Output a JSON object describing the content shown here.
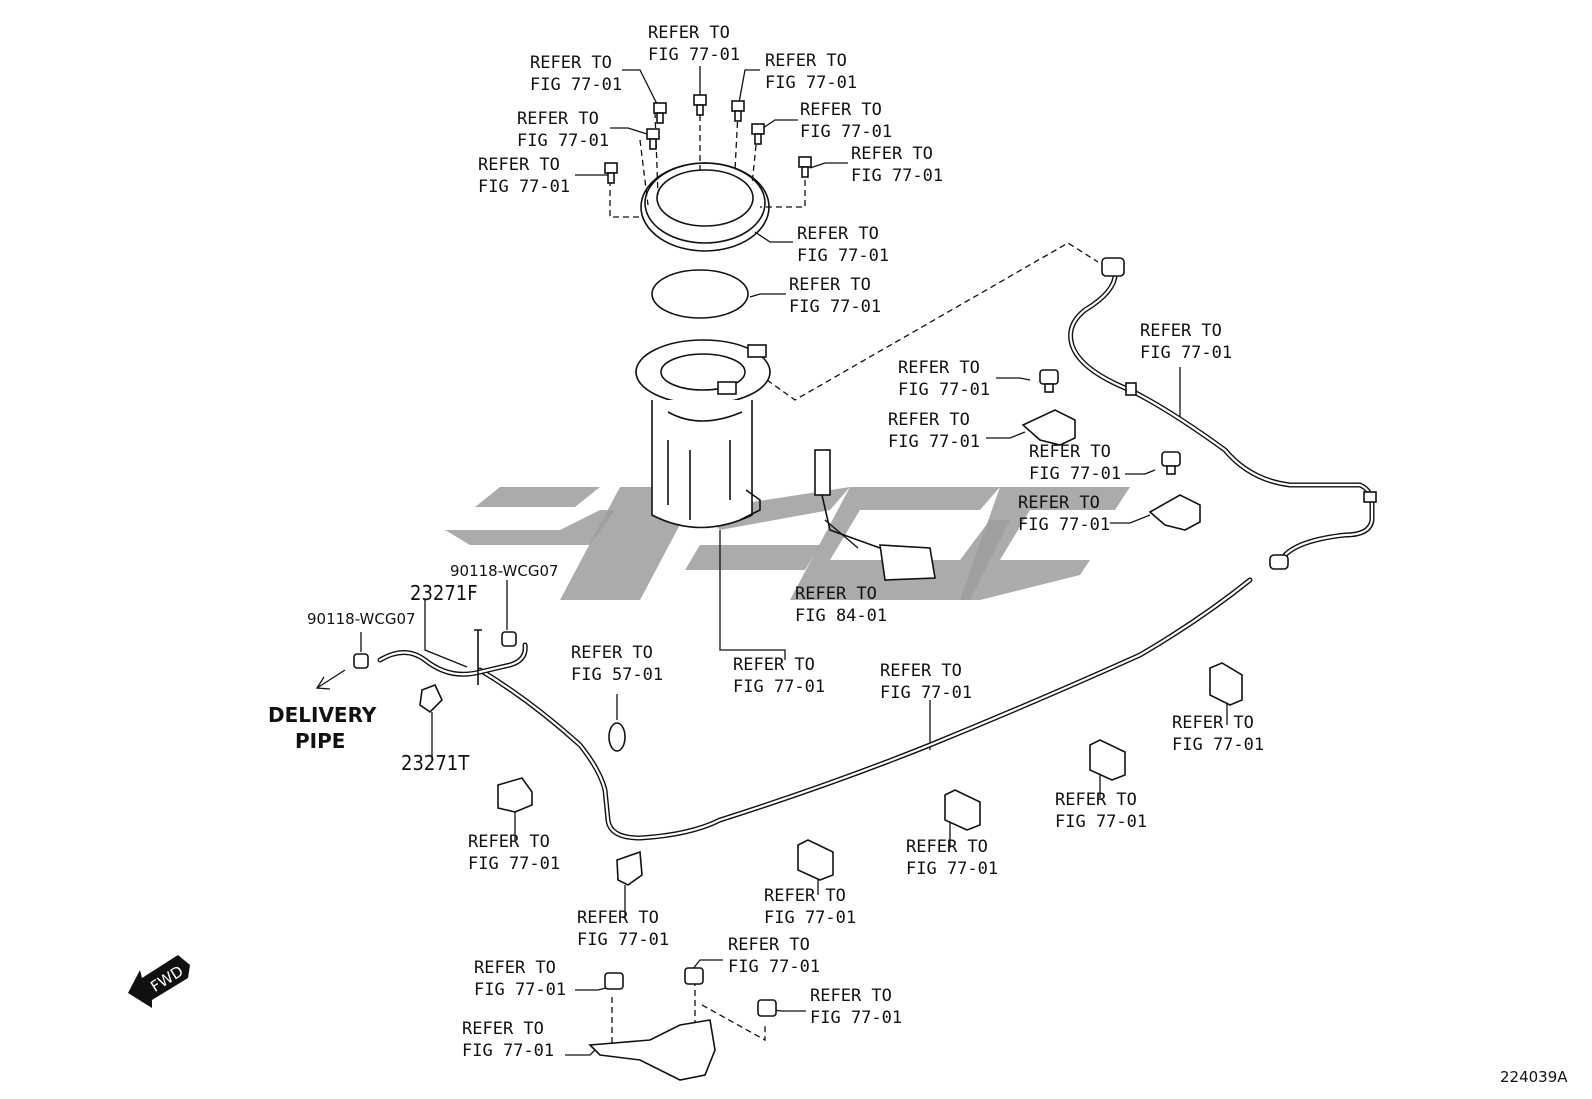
{
  "watermark": {
    "color": "#9c9c9c"
  },
  "callouts": [
    {
      "id": "c1",
      "l1": "REFER TO",
      "l2": "FIG 77-01"
    },
    {
      "id": "c2",
      "l1": "REFER TO",
      "l2": "FIG 77-01"
    },
    {
      "id": "c3",
      "l1": "REFER TO",
      "l2": "FIG 77-01"
    },
    {
      "id": "c4",
      "l1": "REFER TO",
      "l2": "FIG 77-01"
    },
    {
      "id": "c5",
      "l1": "REFER TO",
      "l2": "FIG 77-01"
    },
    {
      "id": "c6",
      "l1": "REFER TO",
      "l2": "FIG 77-01"
    },
    {
      "id": "c7",
      "l1": "REFER TO",
      "l2": "FIG 77-01"
    },
    {
      "id": "c8",
      "l1": "REFER TO",
      "l2": "FIG 77-01"
    },
    {
      "id": "c9",
      "l1": "REFER TO",
      "l2": "FIG 77-01"
    },
    {
      "id": "c10",
      "l1": "REFER TO",
      "l2": "FIG 77-01"
    },
    {
      "id": "c11",
      "l1": "REFER TO",
      "l2": "FIG 77-01"
    },
    {
      "id": "c12",
      "l1": "REFER TO",
      "l2": "FIG 77-01"
    },
    {
      "id": "c13",
      "l1": "REFER TO",
      "l2": "FIG 77-01"
    },
    {
      "id": "c14",
      "l1": "REFER TO",
      "l2": "FIG 77-01"
    },
    {
      "id": "c15",
      "l1": "REFER TO",
      "l2": "FIG 84-01"
    },
    {
      "id": "c16",
      "l1": "REFER TO",
      "l2": "FIG 77-01"
    },
    {
      "id": "c17",
      "l1": "REFER TO",
      "l2": "FIG 57-01"
    },
    {
      "id": "c18",
      "l1": "REFER TO",
      "l2": "FIG 77-01"
    },
    {
      "id": "c19",
      "l1": "REFER TO",
      "l2": "FIG 77-01"
    },
    {
      "id": "c20",
      "l1": "REFER TO",
      "l2": "FIG 77-01"
    },
    {
      "id": "c21",
      "l1": "REFER TO",
      "l2": "FIG 77-01"
    },
    {
      "id": "c22",
      "l1": "REFER TO",
      "l2": "FIG 77-01"
    },
    {
      "id": "c23",
      "l1": "REFER TO",
      "l2": "FIG 77-01"
    },
    {
      "id": "c24",
      "l1": "REFER TO",
      "l2": "FIG 77-01"
    },
    {
      "id": "c25",
      "l1": "REFER TO",
      "l2": "FIG 77-01"
    },
    {
      "id": "c26",
      "l1": "REFER TO",
      "l2": "FIG 77-01"
    },
    {
      "id": "c27",
      "l1": "REFER TO",
      "l2": "FIG 77-01"
    },
    {
      "id": "c28",
      "l1": "REFER TO",
      "l2": "FIG 77-01"
    }
  ],
  "part_numbers": {
    "bolt_a": "90118-WCG07",
    "bolt_b": "90118-WCG07",
    "hose": "23271F",
    "clamp": "23271T"
  },
  "delivery_pipe": {
    "l1": "DELIVERY",
    "l2": "PIPE"
  },
  "fwd": "FWD",
  "figure_id": "224039A"
}
